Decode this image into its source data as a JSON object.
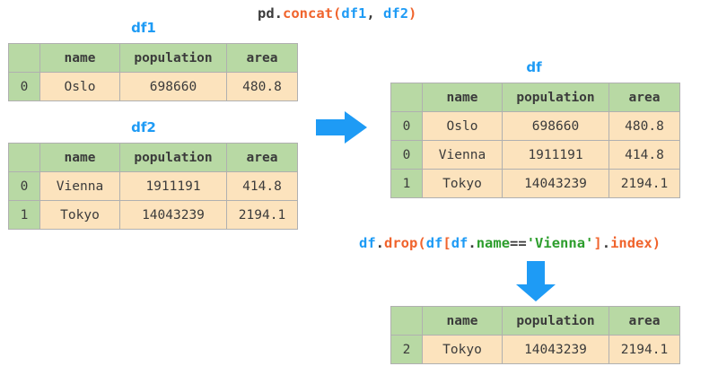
{
  "diagram": {
    "title_concat": {
      "segments": [
        {
          "text": "pd",
          "kind": "plain"
        },
        {
          "text": ".",
          "kind": "op"
        },
        {
          "text": "concat",
          "kind": "func"
        },
        {
          "text": "(",
          "kind": "punct"
        },
        {
          "text": "df1",
          "kind": "var"
        },
        {
          "text": ",",
          "kind": "op"
        },
        {
          "text": " ",
          "kind": "op"
        },
        {
          "text": "df2",
          "kind": "var"
        },
        {
          "text": ")",
          "kind": "punct"
        }
      ],
      "plain_text": "pd.concat(df1, df2)"
    },
    "title_drop": {
      "segments": [
        {
          "text": "df",
          "kind": "var"
        },
        {
          "text": ".",
          "kind": "op"
        },
        {
          "text": "drop",
          "kind": "func"
        },
        {
          "text": "(",
          "kind": "punct"
        },
        {
          "text": "df",
          "kind": "var"
        },
        {
          "text": "[",
          "kind": "punct"
        },
        {
          "text": "df",
          "kind": "var"
        },
        {
          "text": ".",
          "kind": "op"
        },
        {
          "text": "name",
          "kind": "attr"
        },
        {
          "text": "==",
          "kind": "op"
        },
        {
          "text": "'Vienna'",
          "kind": "str"
        },
        {
          "text": "]",
          "kind": "punct"
        },
        {
          "text": ".",
          "kind": "op"
        },
        {
          "text": "index",
          "kind": "func"
        },
        {
          "text": ")",
          "kind": "punct"
        }
      ],
      "plain_text": "df.drop(df[df.name=='Vienna'].index)"
    }
  },
  "colors": {
    "header_green": "#b8d9a4",
    "cell_peach": "#fce3bd",
    "border_gray": "#b0b0b0",
    "accent_blue": "#1e9bf5",
    "func_orange": "#f0642d",
    "string_green": "#2d9e2d",
    "text_dark": "#3b3b3b"
  },
  "tables": {
    "df1": {
      "label": "df1",
      "columns": [
        "",
        "name",
        "population",
        "area"
      ],
      "rows": [
        {
          "index": "0",
          "name": "Oslo",
          "population": "698660",
          "area": "480.8"
        }
      ]
    },
    "df2": {
      "label": "df2",
      "columns": [
        "",
        "name",
        "population",
        "area"
      ],
      "rows": [
        {
          "index": "0",
          "name": "Vienna",
          "population": "1911191",
          "area": "414.8"
        },
        {
          "index": "1",
          "name": "Tokyo",
          "population": "14043239",
          "area": "2194.1"
        }
      ]
    },
    "df": {
      "label": "df",
      "columns": [
        "",
        "name",
        "population",
        "area"
      ],
      "rows": [
        {
          "index": "0",
          "name": "Oslo",
          "population": "698660",
          "area": "480.8"
        },
        {
          "index": "0",
          "name": "Vienna",
          "population": "1911191",
          "area": "414.8"
        },
        {
          "index": "1",
          "name": "Tokyo",
          "population": "14043239",
          "area": "2194.1"
        }
      ]
    },
    "df_result": {
      "label": "",
      "columns": [
        "",
        "name",
        "population",
        "area"
      ],
      "rows": [
        {
          "index": "2",
          "name": "Tokyo",
          "population": "14043239",
          "area": "2194.1"
        }
      ]
    }
  },
  "arrows": {
    "right_arrow": {
      "name": "arrow-right",
      "color": "#1e9bf5"
    },
    "down_arrow": {
      "name": "arrow-down",
      "color": "#1e9bf5"
    }
  }
}
